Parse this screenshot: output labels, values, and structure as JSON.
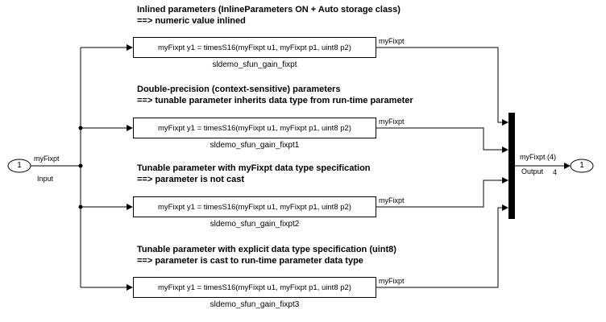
{
  "colors": {
    "background": "#ffffff",
    "line": "#000000",
    "block_fill": "#ffffff"
  },
  "input": {
    "port_number": "1",
    "name": "Input",
    "signal_label": "myFixpt"
  },
  "output": {
    "port_number": "1",
    "name": "Output",
    "signal_label": "myFixpt (4)",
    "dimension_label": "4"
  },
  "rows": [
    {
      "annotation": {
        "line1": "Inlined parameters (InlineParameters ON + Auto storage class)",
        "line2": "==> numeric value inlined"
      },
      "block_text": "myFixpt y1 = timesS16(myFixpt u1, myFixpt p1, uint8 p2)",
      "block_name": "sldemo_sfun_gain_fixpt",
      "output_signal_label": "myFixpt"
    },
    {
      "annotation": {
        "line1": "Double-precision (context-sensitive) parameters",
        "line2": "==> tunable parameter inherits data type from run-time parameter"
      },
      "block_text": "myFixpt y1 = timesS16(myFixpt u1, myFixpt p1, uint8 p2)",
      "block_name": "sldemo_sfun_gain_fixpt1",
      "output_signal_label": "myFixpt"
    },
    {
      "annotation": {
        "line1": "Tunable parameter with myFixpt data type specification",
        "line2": "==> parameter is not cast"
      },
      "block_text": "myFixpt y1 = timesS16(myFixpt u1, myFixpt p1, uint8 p2)",
      "block_name": "sldemo_sfun_gain_fixpt2",
      "output_signal_label": "myFixpt"
    },
    {
      "annotation": {
        "line1": "Tunable parameter with explicit data type specification (uint8)",
        "line2": "==> parameter is cast to run-time parameter data type"
      },
      "block_text": "myFixpt y1 = timesS16(myFixpt u1, myFixpt p1, uint8 p2)",
      "block_name": "sldemo_sfun_gain_fixpt3",
      "output_signal_label": "myFixpt"
    }
  ]
}
